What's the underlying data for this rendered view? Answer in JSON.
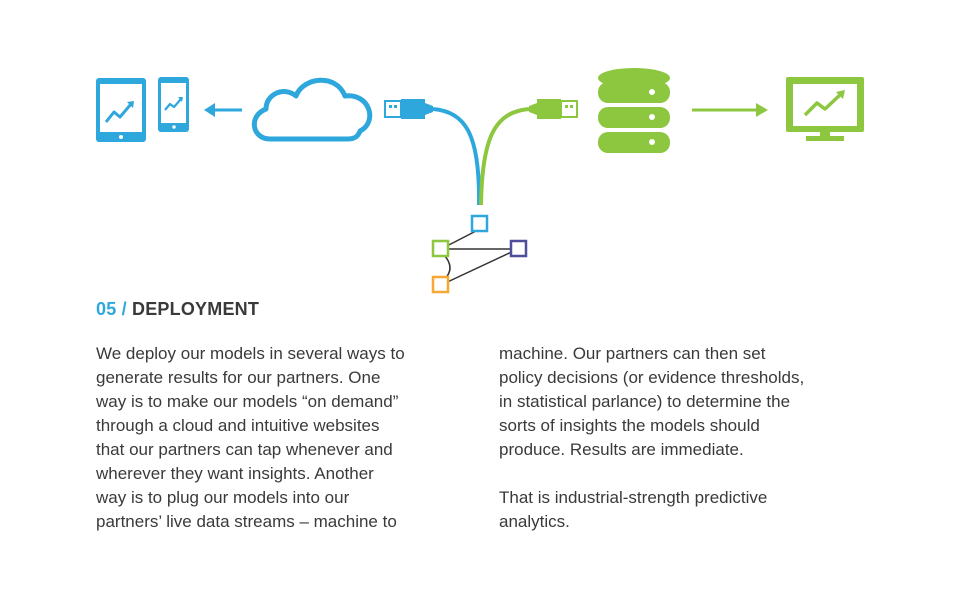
{
  "section": {
    "number": "05",
    "separator": "/",
    "title": "DEPLOYMENT"
  },
  "body": {
    "column1_lines": [
      "We deploy our models in several ways to",
      "generate results for our partners. One",
      "way is to make our models “on demand”",
      "through a cloud and intuitive websites",
      "that our partners can tap whenever and",
      "wherever they want insights. Another",
      "way is to plug our models into our",
      "partners’ live data streams – machine to"
    ],
    "column2_lines": [
      "machine. Our partners can then set",
      "policy decisions (or evidence thresholds,",
      "in statistical parlance) to determine the",
      "sorts of insights the models should",
      "produce. Results are immediate."
    ],
    "column2_closing_lines": [
      "That is industrial-strength predictive",
      "analytics."
    ]
  },
  "colors": {
    "blue": "#2ea7dd",
    "green": "#8dc63f",
    "purple": "#4f4e9d",
    "orange": "#f7a833",
    "dark": "#333333"
  },
  "icons": [
    "tablet-chart-icon",
    "phone-chart-icon",
    "arrow-left-icon",
    "cloud-icon",
    "usb-plug-blue-icon",
    "usb-plug-green-icon",
    "database-icon",
    "arrow-right-icon",
    "monitor-chart-icon",
    "model-network-icon"
  ]
}
